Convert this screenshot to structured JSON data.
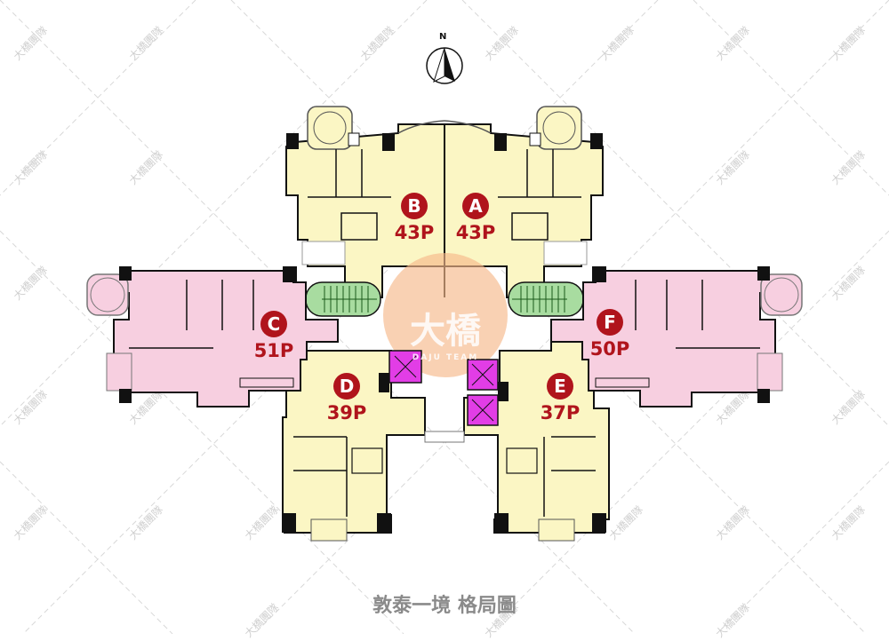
{
  "title": "敦泰一境 格局圖",
  "compass": {
    "label": "N",
    "icon": "north-arrow-icon"
  },
  "watermark": {
    "text": "大橋團隊",
    "logo_text": "大橋",
    "logo_subtext": "DAJU TEAM"
  },
  "colors": {
    "unit_yellow": "#fbf6c4",
    "unit_pink": "#f7cfe0",
    "stair_green": "#a8dca0",
    "elevator_magenta": "#e23de6",
    "label_red": "#b0141c",
    "wall": "#111111",
    "caption_gray": "#8a8a8a",
    "logo_orange": "#f6b98a"
  },
  "units": [
    {
      "id": "A",
      "size": "43P"
    },
    {
      "id": "B",
      "size": "43P"
    },
    {
      "id": "C",
      "size": "51P"
    },
    {
      "id": "D",
      "size": "39P"
    },
    {
      "id": "E",
      "size": "37P"
    },
    {
      "id": "F",
      "size": "50P"
    }
  ]
}
